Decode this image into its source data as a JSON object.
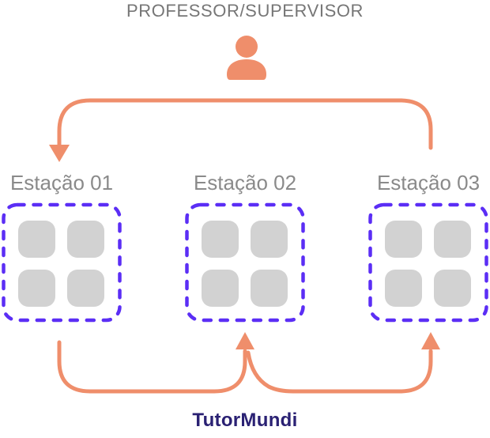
{
  "header": {
    "title": "PROFESSOR/SUPERVISOR"
  },
  "supervisor": {
    "icon": "person-icon"
  },
  "stations": [
    {
      "label": "Estação 01",
      "seat_count": 4
    },
    {
      "label": "Estação 02",
      "seat_count": 4
    },
    {
      "label": "Estação 03",
      "seat_count": 4
    }
  ],
  "footer": {
    "logo_text": "TutorMundi"
  },
  "colors": {
    "coral": "#EF8E6B",
    "violet": "#5B2EF5",
    "seat_gray": "#D2D2D2",
    "label_gray": "#8A8A8A",
    "title_gray": "#767676",
    "logo_indigo": "#2A2173"
  }
}
